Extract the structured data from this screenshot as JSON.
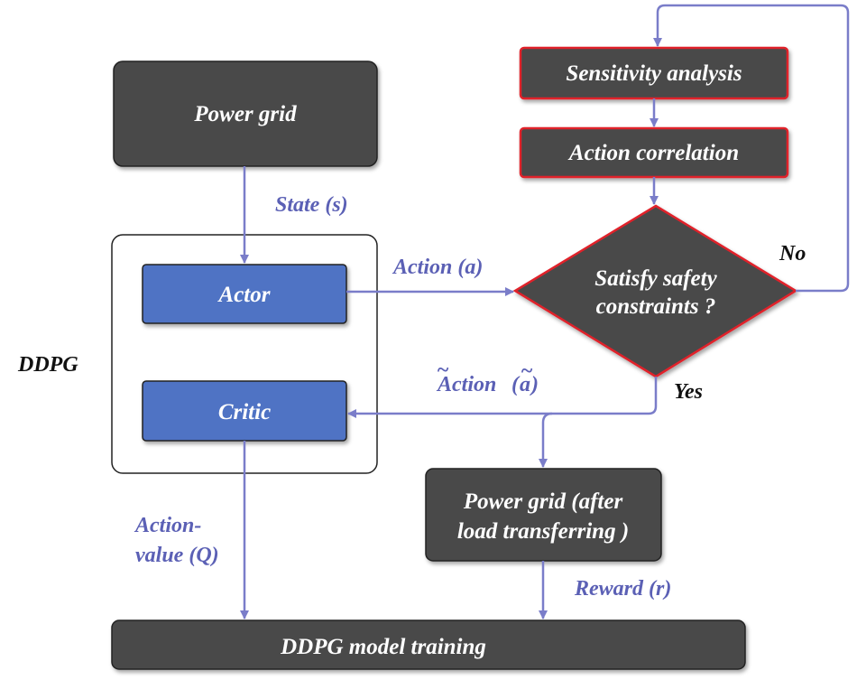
{
  "colors": {
    "dark_box": "#4a4a4a",
    "blue_box": "#4f73c4",
    "arrow": "#7a7dc9",
    "highlight_border": "#e0202a",
    "edge_label": "#5b60b5"
  },
  "nodes": {
    "power_grid": "Power grid",
    "sensitivity": "Sensitivity analysis",
    "correlation": "Action correlation",
    "safety_line1": "Satisfy safety",
    "safety_line2": "constraints ?",
    "actor": "Actor",
    "critic": "Critic",
    "grid_after_line1": "Power grid (after",
    "grid_after_line2": "load transferring )",
    "training": "DDPG model training"
  },
  "labels": {
    "ddpg": "DDPG",
    "state": "State (s)",
    "action": "Action (a)",
    "action_tilde_word": "Action",
    "action_tilde_open": "(",
    "action_tilde_var": "a",
    "action_tilde_close": ")",
    "tilde_mark": "~",
    "no": "No",
    "yes": "Yes",
    "action_value_line1": "Action-",
    "action_value_line2": "value (Q)",
    "reward": "Reward (r)"
  }
}
